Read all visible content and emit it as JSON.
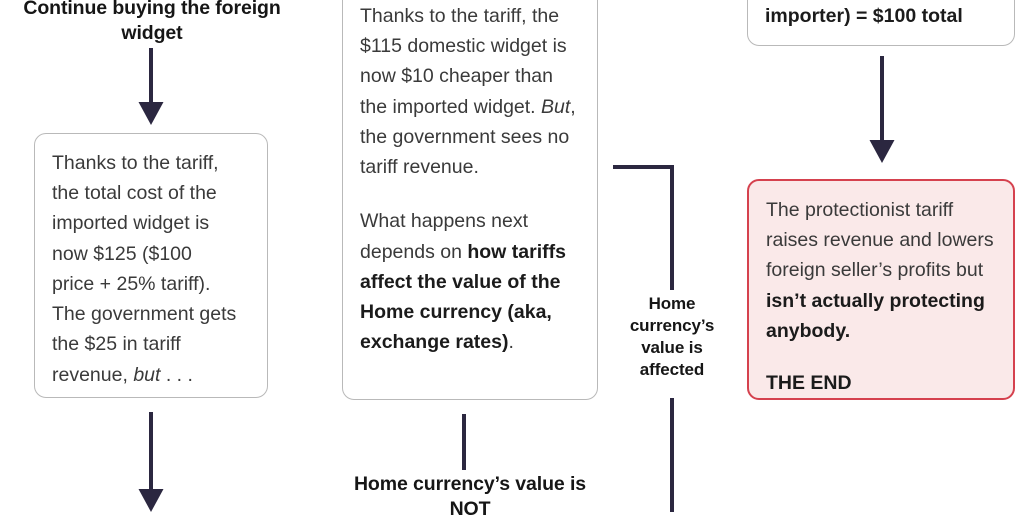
{
  "meta": {
    "diagram_title": "Tariff flowchart — continue buying the foreign widget branch",
    "background": "#ffffff",
    "arrow_color": "#2b2740",
    "card_border": "#b9b9b9",
    "accent_red_border": "#d5414e",
    "accent_red_fill": "#fae9e9"
  },
  "columns": {
    "left": {
      "heading": "Continue buying the foreign widget",
      "card": {
        "name": "imported-widget-cost-card",
        "lines": [
          "Thanks to the tariff,",
          "the total cost of the",
          "imported widget is",
          "now $125 ($100",
          "price + 25% tariff).",
          "The government gets",
          "the $25 in tariff",
          "revenue, "
        ],
        "italic_tail": "but",
        "tail_suffix": " . . ."
      }
    },
    "middle": {
      "card": {
        "name": "domestic-widget-cheaper-card",
        "paragraph1_pre": "Thanks to the tariff, the $115 domestic widget is now $10 cheaper than the imported widget. ",
        "paragraph1_italic": "But",
        "paragraph1_post": ", the government sees no tariff revenue.",
        "paragraph2_pre": "What happens next depends on ",
        "paragraph2_bold": "how tariffs affect the value of the Home currency (aka, exchange rates)",
        "paragraph2_post": "."
      },
      "bottom_label": "Home currency’s value is NOT"
    },
    "connector": {
      "side_label": "Home currency’s value is affected"
    },
    "right": {
      "top_card": {
        "name": "hundred-dollar-total-card",
        "text": "importer) = $100 total"
      },
      "end_card": {
        "name": "conclusion-card",
        "pre": "The protectionist tariff raises revenue and lowers foreign seller’s profits but ",
        "bold": "isn’t actually protecting anybody.",
        "end_label": "THE END"
      }
    }
  }
}
